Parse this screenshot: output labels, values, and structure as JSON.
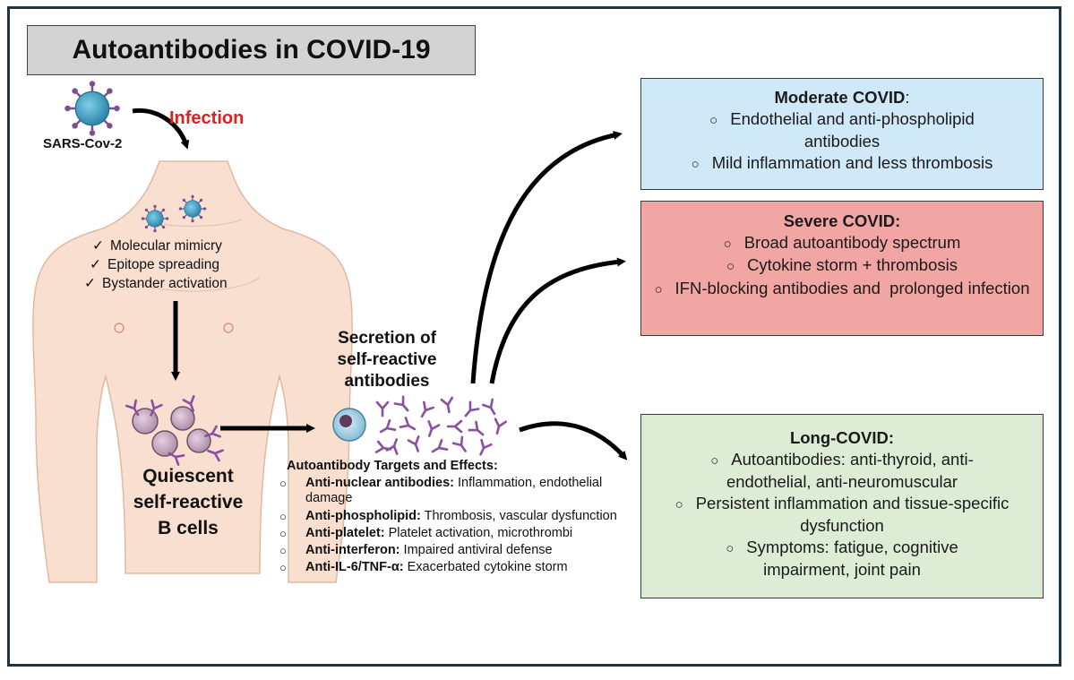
{
  "title": "Autoantibodies in COVID-19",
  "virus_label": "SARS-Cov-2",
  "infection_label": "Infection",
  "mechanisms": [
    "Molecular mimicry",
    "Epitope spreading",
    "Bystander activation"
  ],
  "quiescent": [
    "Quiescent",
    "self-reactive",
    "B cells"
  ],
  "secretion": [
    "Secretion of",
    "self-reactive",
    "antibodies"
  ],
  "targets": {
    "heading": "Autoantibody Targets and Effects:",
    "items": [
      {
        "name": "Anti-nuclear antibodies:",
        "effect": "Inflammation, endothelial damage"
      },
      {
        "name": "Anti-phospholipid:",
        "effect": "Thrombosis, vascular dysfunction"
      },
      {
        "name": "Anti-platelet:",
        "effect": "Platelet activation, microthrombi"
      },
      {
        "name": "Anti-interferon:",
        "effect": "Impaired antiviral defense"
      },
      {
        "name": "Anti-IL-6/TNF-α:",
        "effect": "Exacerbated cytokine storm"
      }
    ]
  },
  "moderate": {
    "heading": "Moderate COVID",
    "heading_suffix": ":",
    "items": [
      "Endothelial and anti-phospholipid antibodies",
      "Mild inflammation and less thrombosis"
    ]
  },
  "severe": {
    "heading": "Severe COVID:",
    "items": [
      "Broad autoantibody spectrum",
      "Cytokine storm + thrombosis",
      "IFN-blocking antibodies and  prolonged infection"
    ]
  },
  "long_covid": {
    "heading": "Long-COVID:",
    "items": [
      "Autoantibodies: anti-thyroid, anti-endothelial, anti-neuromuscular",
      "Persistent inflammation and tissue-specific dysfunction",
      "Symptoms: fatigue, cognitive impairment, joint pain"
    ]
  },
  "colors": {
    "moderate_bg": "#cfe9f8",
    "severe_bg": "#f2a6a4",
    "long_bg": "#dcecd5",
    "infection": "#e02020",
    "skin": "#f8dfd0",
    "virus": "#4aa6c8",
    "antibody": "#8a4fa0",
    "title_bg": "#d3d3d3"
  },
  "icons": [
    "virus-icon",
    "b-cell-icon",
    "antibody-icon",
    "plasma-cell-icon",
    "human-torso-icon"
  ]
}
